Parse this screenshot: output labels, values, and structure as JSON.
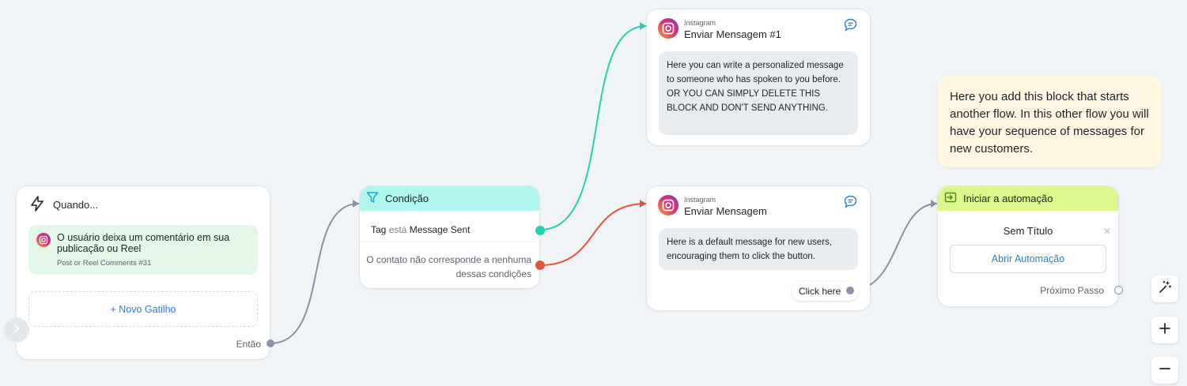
{
  "trigger": {
    "header_label": "Quando...",
    "trigger_text": "O usuário deixa um comentário em sua publicação ou Reel",
    "trigger_sub": "Post or Reel Comments #31",
    "new_trigger_label": "+ Novo Gatilho",
    "then_label": "Então"
  },
  "condition": {
    "title": "Condição",
    "rule_tag": "Tag",
    "rule_op": "está",
    "rule_value": "Message Sent",
    "fallback": "O contato não corresponde a nenhuma dessas condições"
  },
  "message1": {
    "platform": "Instagram",
    "title": "Enviar Mensagem #1",
    "text": "Here you can write a personalized message to someone who has spoken to you before. OR YOU CAN SIMPLY DELETE THIS BLOCK AND DON'T SEND ANYTHING."
  },
  "message2": {
    "platform": "Instagram",
    "title": "Enviar Mensagem",
    "text": "Here is a default message for new users, encouraging them to click the button.",
    "button_label": "Click here"
  },
  "note": {
    "text": "Here you add this block that starts another flow. In this other flow you will have your sequence of messages for new customers."
  },
  "start_automation": {
    "title": "Iniciar a automação",
    "automation_name": "Sem Título",
    "open_label": "Abrir Automação",
    "next_label": "Próximo Passo"
  },
  "colors": {
    "edge_default": "#8a93a6",
    "edge_success": "#25cfb0",
    "edge_fail": "#e4533a",
    "condition_header": "#aef6ee",
    "start_header": "#dcf78d",
    "trigger_bg": "#e2f7e7",
    "note_bg": "#fff7e2",
    "link": "#2a7be4"
  },
  "icons": {
    "trigger": "lightning-icon",
    "condition": "filter-icon",
    "platform": "instagram-icon",
    "chat": "chat-bubble-icon",
    "start": "start-flow-icon",
    "tools": [
      "magic-wand-icon",
      "zoom-in-icon",
      "zoom-out-icon"
    ]
  }
}
